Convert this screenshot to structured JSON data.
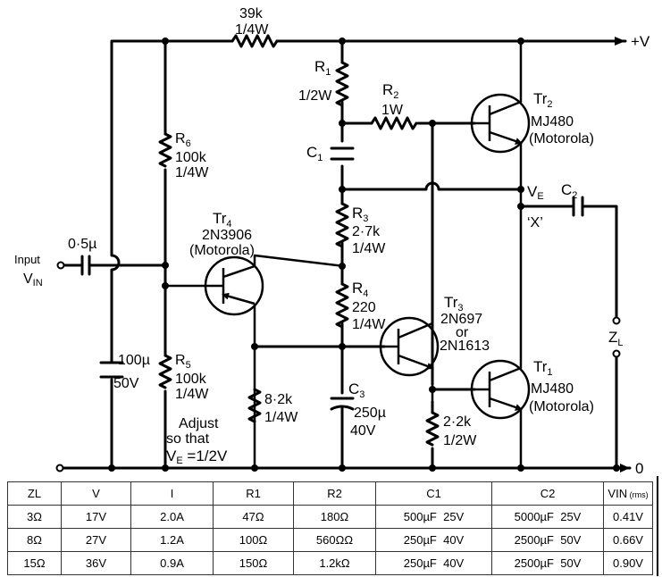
{
  "schematic": {
    "labels": {
      "r_feedback": "39k",
      "r_feedback_w": "1/4W",
      "supply_pos": "+V",
      "ground": "0",
      "input_line1": "Input",
      "input_line2": "V",
      "input_sub": "IN",
      "c_in": "0·5µ",
      "c_bypass": "100µ",
      "c_bypass_v": "50V",
      "r6": "R",
      "r6_sub": "6",
      "r6_val": "100k",
      "r6_w": "1/4W",
      "r5": "R",
      "r5_sub": "5",
      "r5_val": "100k",
      "r5_w": "1/4W",
      "adjust1": "Adjust",
      "adjust2": "so that",
      "adjust3": "V",
      "adjust3_sub": "E",
      "adjust3_tail": " =1/2V",
      "tr4": "Tr",
      "tr4_sub": "4",
      "tr4_part": "2N3906",
      "tr4_mfr": "(Motorola)",
      "r_8k2": "8·2k",
      "r_8k2_w": "1/4W",
      "r1": "R",
      "r1_sub": "1",
      "r1_w": "1/2W",
      "r2": "R",
      "r2_sub": "2",
      "r2_w": "1W",
      "c1": "C",
      "c1_sub": "1",
      "r3": "R",
      "r3_sub": "3",
      "r3_val": "2·7k",
      "r3_w": "1/4W",
      "r4": "R",
      "r4_sub": "4",
      "r4_val": "220",
      "r4_w": "1/4W",
      "c3": "C",
      "c3_sub": "3",
      "c3_val": "250µ",
      "c3_v": "40V",
      "tr3": "Tr",
      "tr3_sub": "3",
      "tr3_part": "2N697",
      "tr3_or": "or",
      "tr3_alt": "2N1613",
      "r_2k2": "2·2k",
      "r_2k2_w": "1/2W",
      "tr2": "Tr",
      "tr2_sub": "2",
      "tr2_part": "MJ480",
      "tr2_mfr": "(Motorola)",
      "tr1": "Tr",
      "tr1_sub": "1",
      "tr1_part": "MJ480",
      "tr1_mfr": "(Motorola)",
      "ve": "V",
      "ve_sub": "E",
      "node_x": "‘X’",
      "c2": "C",
      "c2_sub": "2",
      "zl": "Z",
      "zl_sub": "L"
    }
  },
  "table": {
    "headers": {
      "zl": "ZL",
      "v": "V",
      "i": "I",
      "r1": "R1",
      "r2": "R2",
      "c1": "C1",
      "c2": "C2",
      "vin_main": "VIN",
      "vin_suffix": " (rms)"
    },
    "rows": [
      {
        "zl": "3Ω",
        "v": "17V",
        "i": "2.0A",
        "r1": "47Ω",
        "r2": "180Ω",
        "c1": "500µF  25V",
        "c2": "5000µF  25V",
        "vin": "0.41V"
      },
      {
        "zl": "8Ω",
        "v": "27V",
        "i": "1.2A",
        "r1": "100Ω",
        "r2": "560ΩΩ",
        "c1": "250µF  40V",
        "c2": "2500µF  50V",
        "vin": "0.66V"
      },
      {
        "zl": "15Ω",
        "v": "36V",
        "i": "0.9A",
        "r1": "150Ω",
        "r2": "1.2kΩ",
        "c1": "250µF  40V",
        "c2": "2500µF  50V",
        "vin": "0.90V"
      }
    ]
  }
}
